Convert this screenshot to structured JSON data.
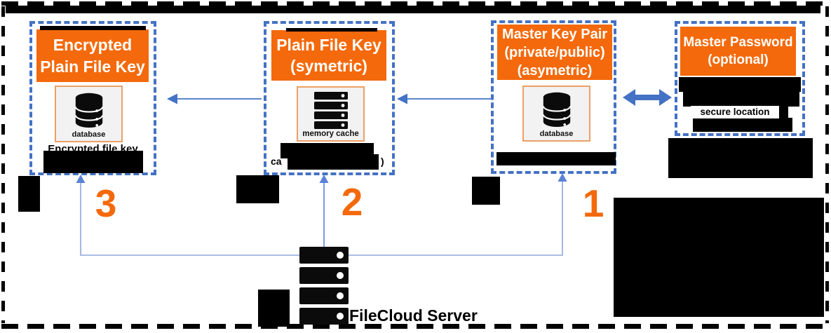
{
  "boxes": {
    "box1": {
      "line1": "Encrypted",
      "line2": "Plain File Key",
      "icon": "database-icon",
      "icon_label": "database",
      "caption": "Encrypted file key",
      "step": "3"
    },
    "box2": {
      "line1": "Plain File Key",
      "line2": "(symetric)",
      "icon": "memory-cache-icon",
      "icon_label": "memory cache",
      "caption_prefix": "ca",
      "caption_suffix": ")",
      "step": "2"
    },
    "box3": {
      "line1": "Master Key Pair",
      "line2": "(private/public)",
      "line3": "(asymetric)",
      "icon": "database-icon",
      "icon_label": "database",
      "step": "1"
    },
    "box4": {
      "line1": "Master Password",
      "line2": "(optional)",
      "note": "secure location"
    }
  },
  "server": {
    "label": "FileCloud Server",
    "icon": "server-stack-icon"
  },
  "colors": {
    "header_orange": "#F4690B",
    "step_orange": "#F4690B",
    "icon_box_border": "#EDA065",
    "icon_box_bg": "#F2F2F2",
    "dashed_blue": "#4472C4",
    "connector_blue": "#8FA5DA",
    "arrow_blue": "#5B82D7",
    "redaction_black": "#000000"
  }
}
